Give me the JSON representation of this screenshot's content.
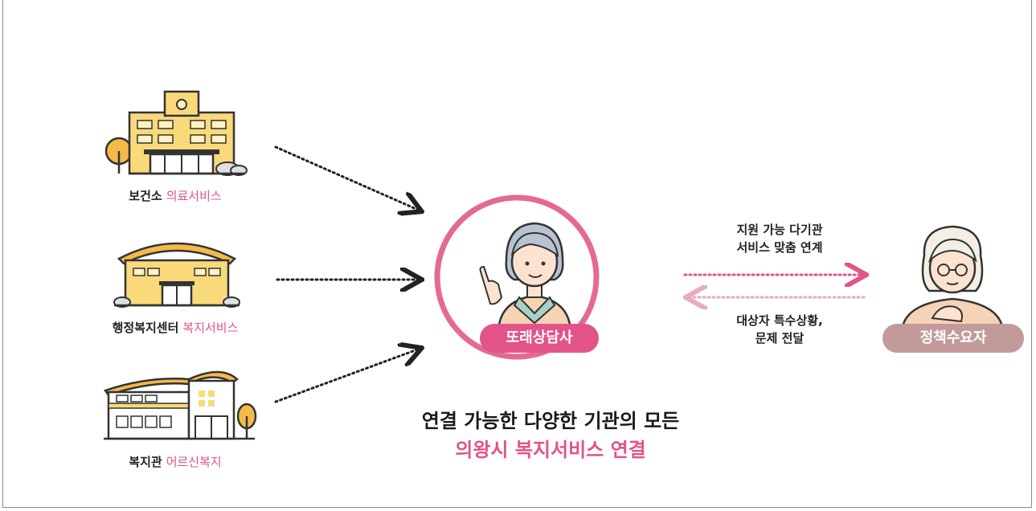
{
  "institutions": [
    {
      "name": "보건소",
      "service": "의료서비스",
      "icon": "health-center-building-icon"
    },
    {
      "name": "행정복지센터",
      "service": "복지서비스",
      "icon": "welfare-center-building-icon"
    },
    {
      "name": "복지관",
      "service": "어르신복지",
      "icon": "welfare-hall-building-icon"
    }
  ],
  "counselor": {
    "label": "또래상담사",
    "icon": "counselor-woman-icon"
  },
  "recipient": {
    "label": "정책수요자",
    "icon": "elderly-woman-icon"
  },
  "messages": {
    "to_recipient": "지원 가능 다기관\n서비스 맞춤 연계",
    "to_counselor": "대상자 특수상황,\n문제 전달"
  },
  "caption": {
    "line1": "연결 가능한 다양한 기관의 모든",
    "line2": "의왕시 복지서비스 연결"
  },
  "colors": {
    "accent_pink": "#e2538a",
    "circle_pink": "#e46a93",
    "recipient_pill": "#c29a9a",
    "building_yellow": "#f9d97a",
    "outline": "#333333",
    "dotted_arrow_light": "#e9a9bf"
  }
}
